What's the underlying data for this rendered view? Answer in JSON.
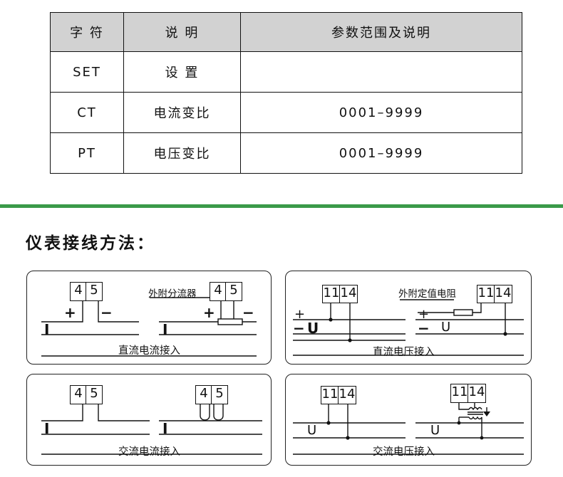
{
  "table": {
    "headers": [
      "字 符",
      "说 明",
      "参数范围及说明"
    ],
    "rows": [
      [
        "SET",
        "设 置",
        ""
      ],
      [
        "CT",
        "电流变比",
        "0001–9999"
      ],
      [
        "PT",
        "电压变比",
        "0001–9999"
      ]
    ]
  },
  "accent_color": "#3a9a49",
  "section_title": "仪表接线方法：",
  "diagrams": {
    "dc_current": {
      "caption": "直流电流接入",
      "terminals": [
        "4",
        "5"
      ],
      "plus": "+",
      "minus": "−",
      "current": "I",
      "shunt_label": "外附分流器"
    },
    "dc_voltage": {
      "caption": "直流电压接入",
      "terminals": [
        "11",
        "14"
      ],
      "plus": "+",
      "minus": "−",
      "voltage": "U",
      "resistor_label": "外附定值电阻"
    },
    "ac_current": {
      "caption": "交流电流接入",
      "terminals": [
        "4",
        "5"
      ],
      "current": "I"
    },
    "ac_voltage": {
      "caption": "交流电压接入",
      "terminals": [
        "11",
        "14"
      ],
      "voltage": "U"
    }
  }
}
